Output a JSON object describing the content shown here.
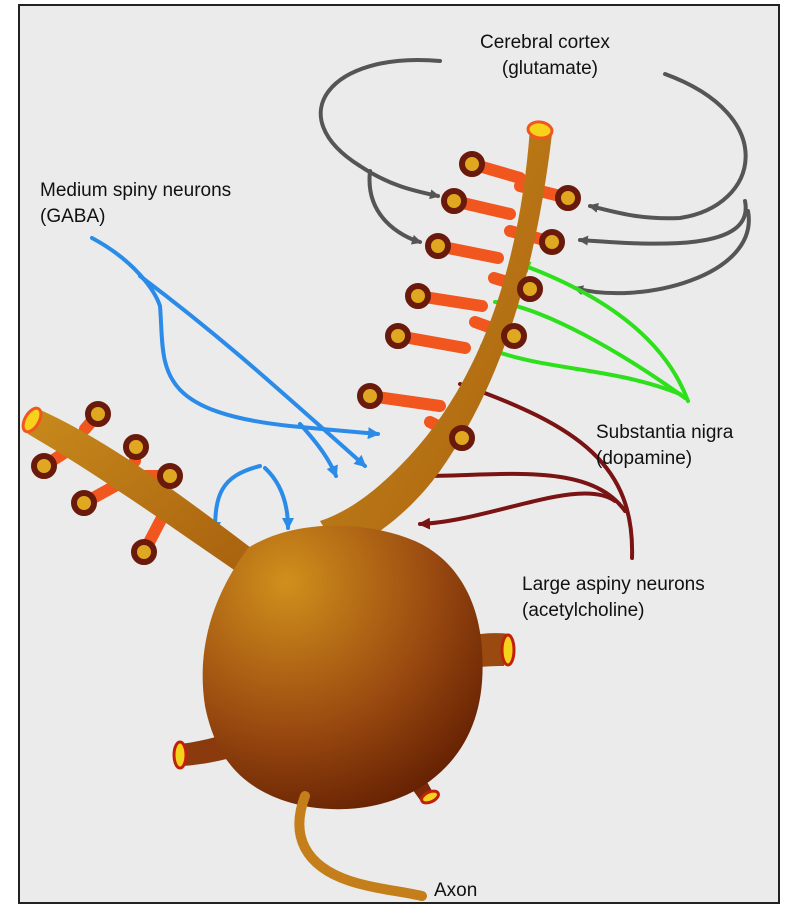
{
  "labels": {
    "cortex": {
      "line1": "Cerebral cortex",
      "line2": "(glutamate)"
    },
    "msn": {
      "line1": "Medium spiny neurons",
      "line2": "(GABA)"
    },
    "nigra": {
      "line1": "Substantia nigra",
      "line2": "(dopamine)"
    },
    "aspiny": {
      "line1": "Large aspiny neurons",
      "line2": "(acetylcholine)"
    },
    "axon": "Axon"
  },
  "colors": {
    "background": "#ebebeb",
    "glutamate": "#555555",
    "gaba": "#2a8ce8",
    "dopamine": "#2ee01c",
    "acetylcholine": "#7a1414",
    "spines": "#f0561e",
    "neuron_light": "#c98a1a",
    "neuron_dark": "#5a1a00"
  }
}
